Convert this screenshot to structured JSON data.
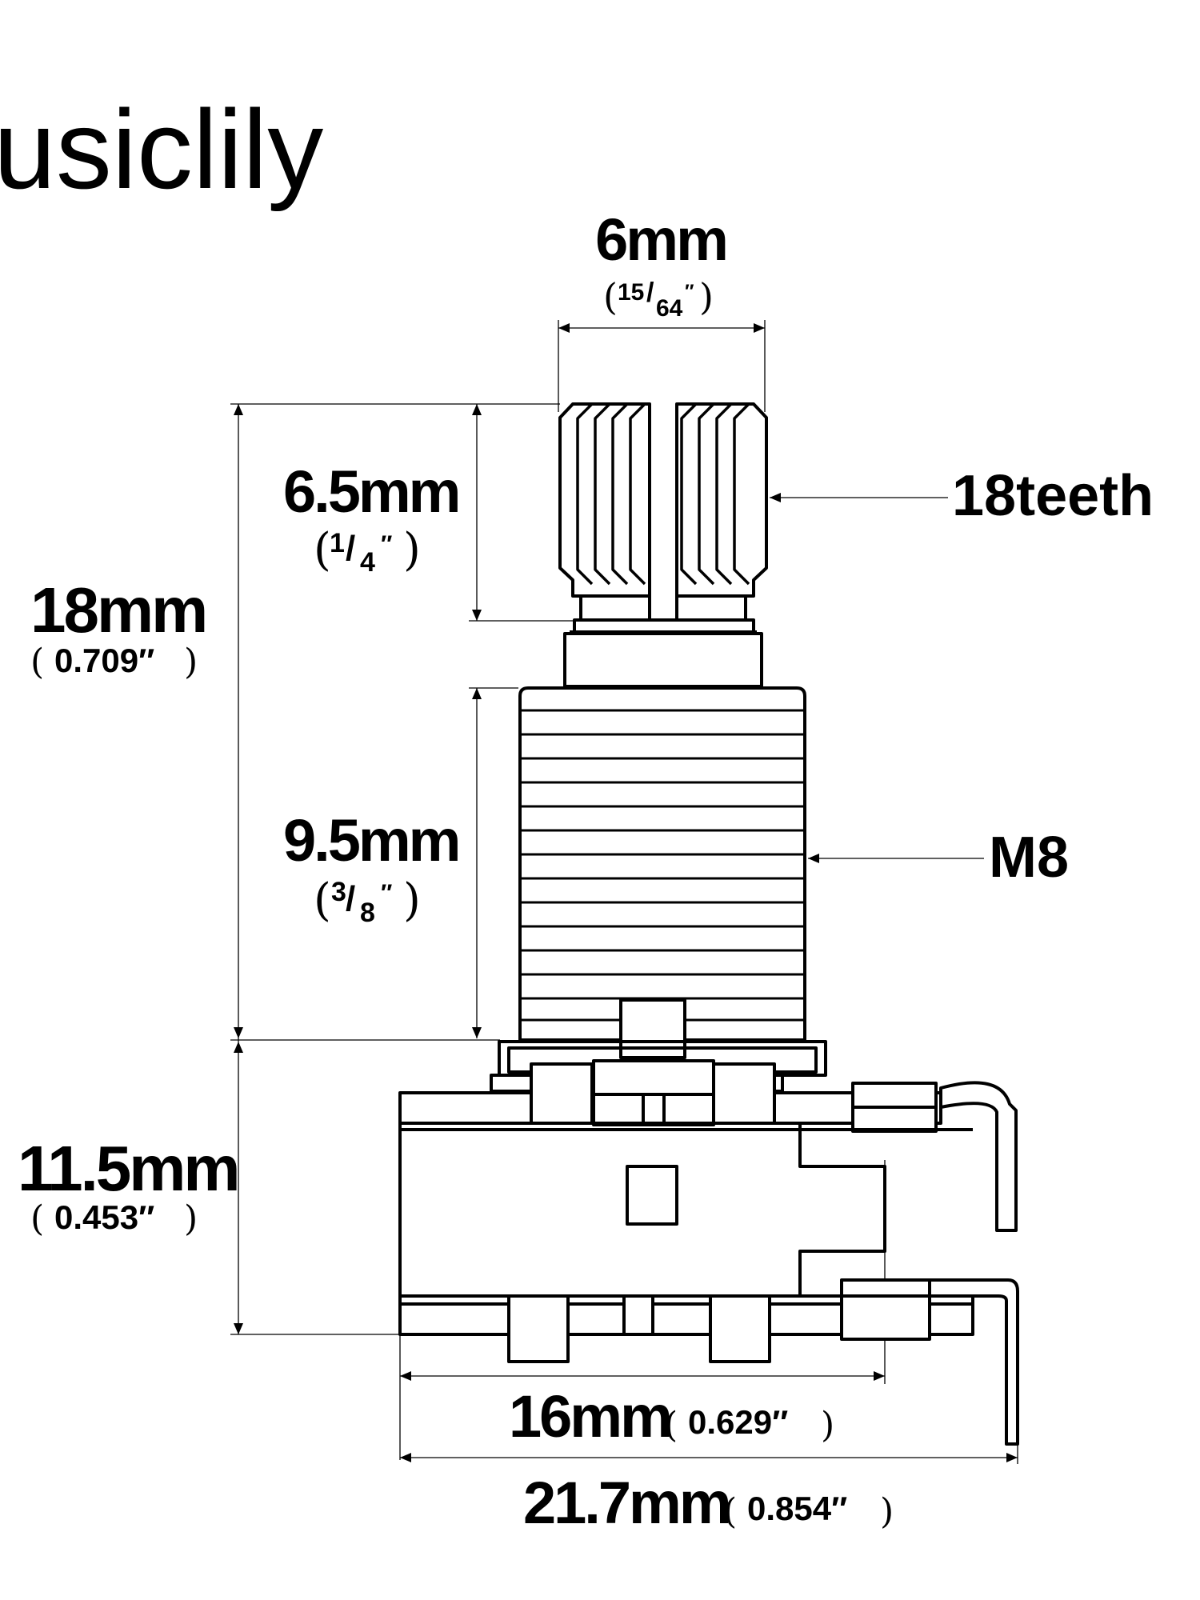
{
  "brand": "usiclily",
  "dimensions": {
    "shaft_diameter": {
      "main": "6mm",
      "fraction_num": "15",
      "fraction_den": "64",
      "inch_mark": "″"
    },
    "shaft_length": {
      "main": "6.5mm",
      "fraction_num": "1",
      "fraction_den": "4",
      "inch_mark": "″"
    },
    "total_height": {
      "main": "18mm",
      "inch": "0.709″"
    },
    "thread_length": {
      "main": "9.5mm",
      "fraction_num": "3",
      "fraction_den": "8",
      "inch_mark": "″"
    },
    "body_height": {
      "main": "11.5mm",
      "inch": "0.453″"
    },
    "body_width": {
      "main": "16mm",
      "inch": "0.629″"
    },
    "overall_width": {
      "main": "21.7mm",
      "inch": "0.854″"
    }
  },
  "callouts": {
    "teeth": "18teeth",
    "thread": "M8"
  },
  "paren_open": "（",
  "paren_close": "）",
  "paren_open_small": "(",
  "paren_close_small": ")"
}
